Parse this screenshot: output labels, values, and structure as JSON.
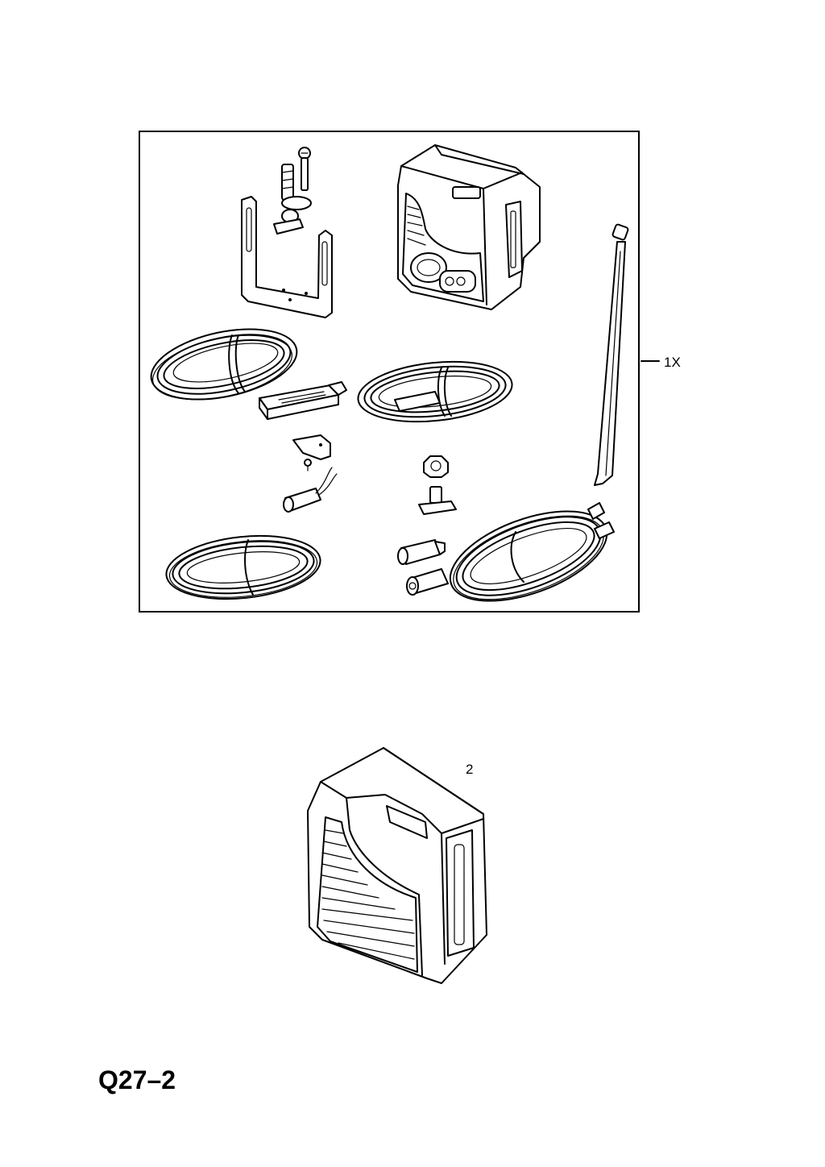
{
  "callouts": {
    "kit": "1X",
    "module": "2"
  },
  "page": {
    "code": "Q27–2"
  }
}
